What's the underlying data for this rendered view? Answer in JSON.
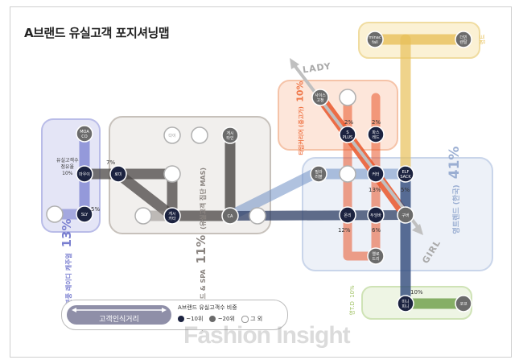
{
  "title": "A브랜드 유실고객 포지셔닝맵",
  "axes": {
    "lady": "LADY",
    "girl": "GIRL"
  },
  "segments": [
    {
      "id": "japanese",
      "name": "일본풍 레이디 캐주얼",
      "percent": "13%"
    },
    {
      "id": "global",
      "name": "글로벌 브랜드 & SPA",
      "percent": "11%",
      "sub": "(유실고객 집단 MAS)"
    },
    {
      "id": "brand_career",
      "name": "타임커리어 (중고가)",
      "percent": "10%"
    },
    {
      "id": "young",
      "name": "영트렌드 (한국)",
      "percent": "41%"
    },
    {
      "id": "top_right",
      "name": "영트",
      "percent": ""
    },
    {
      "id": "bottom_right",
      "name": "영T.D",
      "percent": "10%"
    }
  ],
  "nodes": [
    {
      "id": "moaco",
      "label": "MOA CO",
      "tier": "top20"
    },
    {
      "id": "yuoni",
      "label": "마우이",
      "tier": "top10"
    },
    {
      "id": "sly",
      "label": "SLY",
      "tier": "top10"
    },
    {
      "id": "jp_other",
      "label": "",
      "tier": "other"
    },
    {
      "id": "g1",
      "label": "다이",
      "tier": "other"
    },
    {
      "id": "g2",
      "label": "",
      "tier": "other"
    },
    {
      "id": "g3",
      "label": "게시 타인",
      "tier": "top20"
    },
    {
      "id": "g4",
      "label": "로미",
      "tier": "top10"
    },
    {
      "id": "g5",
      "label": "",
      "tier": "other"
    },
    {
      "id": "g6",
      "label": "",
      "tier": "other"
    },
    {
      "id": "g7",
      "label": "게시 카타",
      "tier": "top10"
    },
    {
      "id": "ca",
      "label": "CA",
      "tier": "top20"
    },
    {
      "id": "g9",
      "label": "",
      "tier": "other"
    },
    {
      "id": "c1",
      "label": "사이스 고정",
      "tier": "top20"
    },
    {
      "id": "c2",
      "label": "",
      "tier": "other"
    },
    {
      "id": "c3",
      "label": "S PLUS",
      "tier": "top10"
    },
    {
      "id": "c4",
      "label": "파스 레드",
      "tier": "top10"
    },
    {
      "id": "y1",
      "label": "필라 러블",
      "tier": "top20"
    },
    {
      "id": "y2",
      "label": "",
      "tier": "other"
    },
    {
      "id": "y3",
      "label": "커터",
      "tier": "top10"
    },
    {
      "id": "y4",
      "label": "ELF SACK",
      "tier": "top10"
    },
    {
      "id": "y5",
      "label": "온리",
      "tier": "top10"
    },
    {
      "id": "y6",
      "label": "두잉바",
      "tier": "top10"
    },
    {
      "id": "y7",
      "label": "구버",
      "tier": "top20"
    },
    {
      "id": "y8",
      "label": "엘로 드리",
      "tier": "top20"
    },
    {
      "id": "t1",
      "label": "minac fall",
      "tier": "top20"
    },
    {
      "id": "t2",
      "label": "더빈 렌탈",
      "tier": "top20"
    },
    {
      "id": "b1",
      "label": "미니 피니",
      "tier": "top10"
    },
    {
      "id": "b2",
      "label": "코코",
      "tier": "top20"
    }
  ],
  "percent_labels": [
    {
      "id": "p_mid",
      "text": "7%"
    },
    {
      "id": "p_sly",
      "text": "5%"
    },
    {
      "id": "p_c3",
      "text": "2%"
    },
    {
      "id": "p_c4",
      "text": "2%"
    },
    {
      "id": "p_y3",
      "text": "13%"
    },
    {
      "id": "p_y4",
      "text": "5%"
    },
    {
      "id": "p_y5",
      "text": "12%"
    },
    {
      "id": "p_y6",
      "text": "6%"
    },
    {
      "id": "p_b1",
      "text": "10%"
    }
  ],
  "annotation": {
    "line1": "유실고객수",
    "line2": "점유율",
    "line3": "10%"
  },
  "legend": {
    "distance_label": "고객인식거리",
    "ratio_title": "A브랜드 유실고객수 비중",
    "items": [
      {
        "label": "~10위",
        "tier": "top10"
      },
      {
        "label": "~20위",
        "tier": "top20"
      },
      {
        "label": "그 외",
        "tier": "other"
      }
    ]
  },
  "watermark": "Fashion Insight",
  "colors": {
    "japanese": "#7a7fd0",
    "global": "#8a8480",
    "career": "#f0784a",
    "young": "#7f9fd0",
    "topright": "#e8c15a",
    "bottomright": "#92c05a",
    "top10": "#1c2340",
    "top20": "#6b6b6b"
  }
}
